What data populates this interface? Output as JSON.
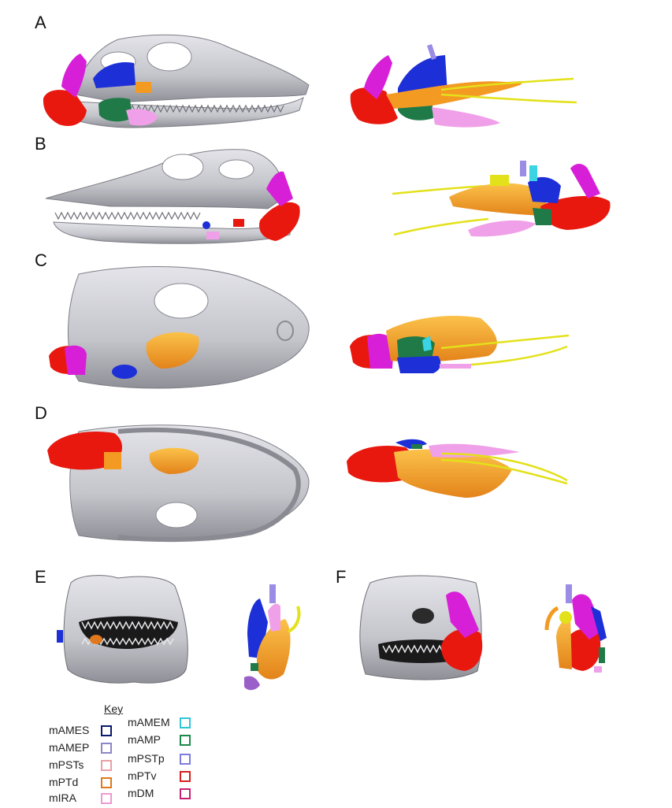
{
  "panels": [
    {
      "id": "A",
      "letter": "A"
    },
    {
      "id": "B",
      "letter": "B"
    },
    {
      "id": "C",
      "letter": "C"
    },
    {
      "id": "D",
      "letter": "D"
    },
    {
      "id": "E",
      "letter": "E"
    },
    {
      "id": "F",
      "letter": "F"
    }
  ],
  "colors": {
    "bone": "#c9c9cf",
    "bone_dark": "#8d8d94",
    "mPTv": "#e8180f",
    "mDM": "#d81fd8",
    "mAMES": "#1d2fd6",
    "mAMP": "#1f7a47",
    "mIRA": "#f0a0e8",
    "mPTd": "#f39a23",
    "tendon": "#e3e11a",
    "mPSTp": "#9b8ce6",
    "mAMEM": "#3ad4e4"
  },
  "legend": {
    "title": "Key",
    "items": [
      {
        "label": "mAMES",
        "color": "#0a1a6e"
      },
      {
        "label": "mAMEM",
        "color": "#2ec6d8"
      },
      {
        "label": "mAMEP",
        "color": "#8d86c8"
      },
      {
        "label": "mAMP",
        "color": "#1c8a4a"
      },
      {
        "label": "mPSTs",
        "color": "#e8a0a6"
      },
      {
        "label": "mPSTp",
        "color": "#7b7be0"
      },
      {
        "label": "mPTd",
        "color": "#e07820"
      },
      {
        "label": "mPTv",
        "color": "#d42020"
      },
      {
        "label": "mIRA",
        "color": "#ee9ad2"
      },
      {
        "label": "mDM",
        "color": "#c81f76"
      }
    ]
  }
}
